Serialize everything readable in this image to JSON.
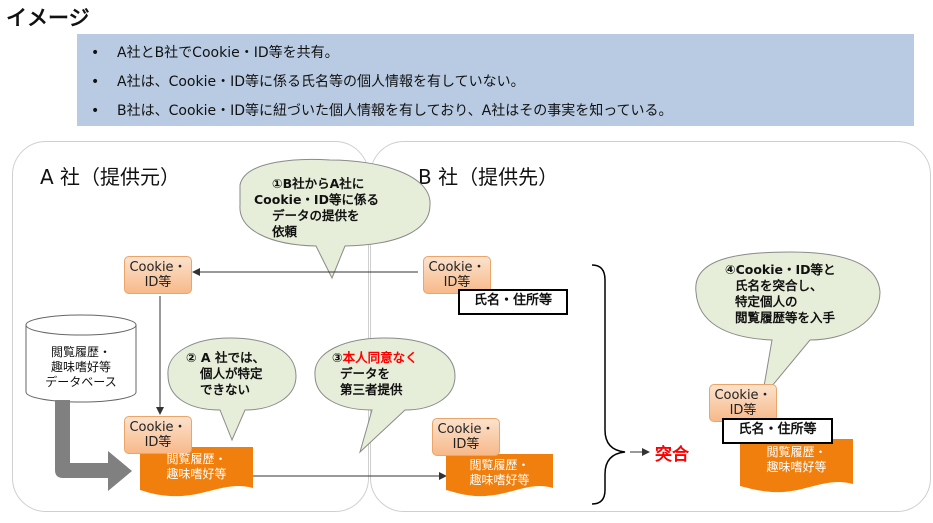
{
  "title": "イメージ",
  "bullets": [
    "A社とB社でCookie・ID等を共有。",
    "A社は、Cookie・ID等に係る氏名等の個人情報を有していない。",
    "B社は、Cookie・ID等に紐づいた個人情報を有しており、A社はその事実を知っている。"
  ],
  "bullet_marker": "•",
  "panels": {
    "a_title": "A 社（提供元）",
    "b_title": "B 社（提供先）"
  },
  "cookie_label": {
    "line1": "Cookie・",
    "line2": "ID等"
  },
  "name_address": "氏名・住所等",
  "browsing": {
    "line1": "閲覧履歴・",
    "line2": "趣味嗜好等"
  },
  "database": {
    "line1": "閲覧履歴・",
    "line2": "趣味嗜好等",
    "line3": "データベース"
  },
  "bubble1": {
    "line1": "①B社からA社に",
    "line2": "Cookie・ID等に係る",
    "line3": "データの提供を",
    "line4": "依頼"
  },
  "bubble2": {
    "line1": "② A 社では、",
    "line2": "個人が特定",
    "line3": "できない"
  },
  "bubble3": {
    "prefix": "③",
    "highlight": "本人同意なく",
    "line2": "データを",
    "line3": "第三者提供"
  },
  "bubble4": {
    "line1": "④Cookie・ID等と",
    "line2": "氏名を突合し、",
    "line3": "特定個人の",
    "line4": "閲覧履歴等を入手"
  },
  "match_label": "突合",
  "colors": {
    "bullet_bg": "#b9cbe3",
    "bubble_fill": "#e6eed9",
    "orange": "#f07f0e",
    "red": "#ff0000",
    "arrow_gray": "#808080"
  }
}
